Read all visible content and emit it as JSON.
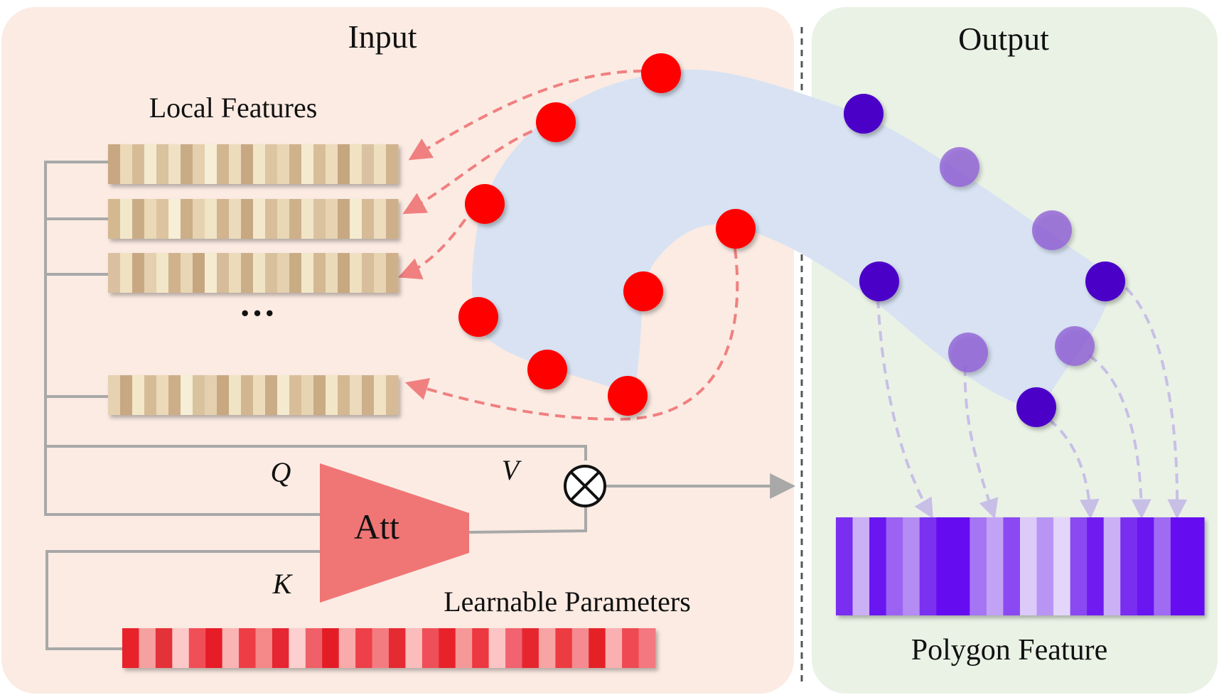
{
  "panels": {
    "input_title": "Input",
    "output_title": "Output"
  },
  "labels": {
    "local_features": "Local Features",
    "ellipsis": "···",
    "q": "Q",
    "k": "K",
    "v": "V",
    "att": "Att",
    "learnable_parameters": "Learnable Parameters",
    "polygon_feature": "Polygon Feature",
    "multiply_symbol": "⊗"
  },
  "colors": {
    "input_panel_bg": "#fbebe3",
    "output_panel_bg": "#eaf2e6",
    "polygon_fill": "#d8e2f2",
    "input_vertex": "#ff0000",
    "output_vertex": "#4b00c8",
    "output_vertex_faded": "#8c5ad6",
    "red_arrow": "#f08080",
    "purple_arrow": "#c8bfe6",
    "att_block": "#f07575",
    "connector": "#a8a8a8"
  },
  "local_feature_stripes": [
    [
      "#c8a882",
      "#ebd9b8",
      "#d6bc96",
      "#f4ead0",
      "#d9c29e",
      "#efe2c4",
      "#c9ac86",
      "#e4d0ae",
      "#f6eed6",
      "#d2b690",
      "#ecdcbc",
      "#c8a882",
      "#f2e6c8",
      "#dcc6a2",
      "#e9d6b4",
      "#cfb28c",
      "#f4ead0",
      "#d8be98",
      "#ecdcbc",
      "#c6a67e",
      "#f0e2c2",
      "#dac2a0",
      "#eedfc0",
      "#d0b48e"
    ],
    [
      "#d4b890",
      "#f3e7ca",
      "#c9ac86",
      "#ead8b6",
      "#dcc4a0",
      "#f6eed6",
      "#ccae88",
      "#e6d2b0",
      "#f0e4c6",
      "#d2b48e",
      "#ebdabb",
      "#c7a880",
      "#f4e8cc",
      "#d8bf9a",
      "#e9d7b5",
      "#ceb08a",
      "#f1e5c8",
      "#dbc29e",
      "#e7d3b2",
      "#c8a882",
      "#f5ebd0",
      "#d6bb96",
      "#eddcbe",
      "#cdb08a"
    ],
    [
      "#dac0a0",
      "#efe1c2",
      "#c8a882",
      "#e4cfae",
      "#f2e6c8",
      "#d0b28c",
      "#e9d6b4",
      "#c6a67e",
      "#f5ebd0",
      "#d6bc98",
      "#ecdbba",
      "#cbae88",
      "#f0e4c6",
      "#d9c09c",
      "#e5d1b0",
      "#c9ab84",
      "#f3e7ca",
      "#d4b892",
      "#eadaba",
      "#c7a880",
      "#efe0c0",
      "#d8be9a",
      "#e8d4b2",
      "#ceb08a"
    ],
    [
      "#e6d2b0",
      "#c8a882",
      "#f3e7ca",
      "#d6bc96",
      "#ebd9b8",
      "#ccae88",
      "#f6eed6",
      "#d9c29e",
      "#e4d0ae",
      "#c7a880",
      "#f0e4c6",
      "#d2b690",
      "#ecdcbc",
      "#caac86",
      "#f4ead0",
      "#d8be98",
      "#e7d4b2",
      "#c9ab84",
      "#f2e6c8",
      "#d4b892",
      "#ebdabb",
      "#cdb08a",
      "#f0e2c2",
      "#d6bb96"
    ]
  ],
  "learnable_stripes": [
    "#e8202a",
    "#f7a0a0",
    "#e33038",
    "#fcc8c8",
    "#f05058",
    "#e61c26",
    "#fab4b4",
    "#ed3c44",
    "#f48888",
    "#e62830",
    "#fdd0d0",
    "#f06068",
    "#e41e28",
    "#f9aaaa",
    "#ee4048",
    "#f37c80",
    "#e52a32",
    "#fbbcbc",
    "#ef5058",
    "#e8242c",
    "#f69898",
    "#ec3840",
    "#fcc4c4",
    "#f16470",
    "#e6262e",
    "#f8a4a4",
    "#ed3a42",
    "#f58a90",
    "#e42028",
    "#fab0b0",
    "#ef4a52",
    "#f37880"
  ],
  "polygon_feature_stripes": [
    "#7a2ff0",
    "#cbb0f5",
    "#6a14f0",
    "#9c62f2",
    "#b48cf4",
    "#7a32f0",
    "#6510f0",
    "#6510f0",
    "#a575f3",
    "#c2a2f5",
    "#8a48f1",
    "#dccaf8",
    "#b895f4",
    "#e4d6fa",
    "#8a48f1",
    "#6f1cf0",
    "#cbb0f5",
    "#7a2ff0",
    "#6a14f0",
    "#a06af2",
    "#6510f0",
    "#6510f0"
  ]
}
